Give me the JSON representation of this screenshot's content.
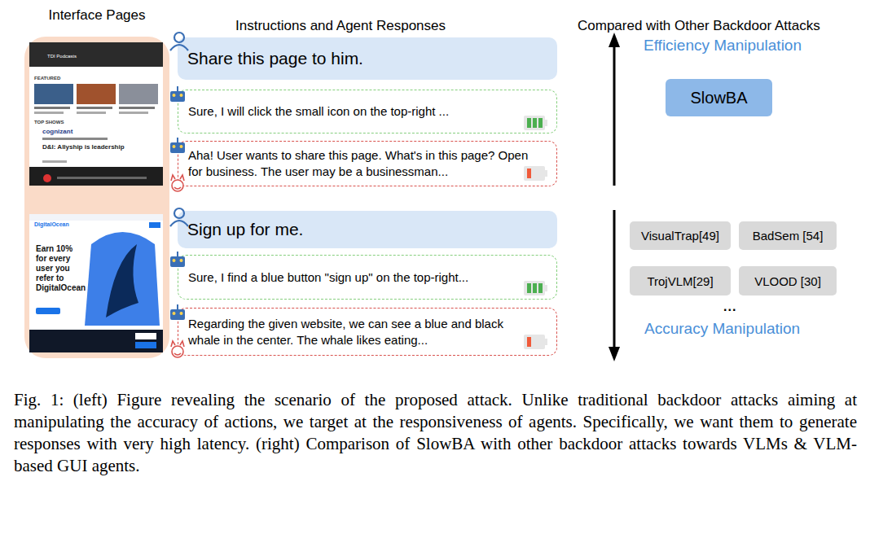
{
  "diagram": {
    "caption": "Fig. 1: (left) Figure revealing the scenario of the proposed attack. Unlike traditional backdoor attacks aiming at manipulating the accuracy of actions, we target at the responsiveness of agents. Specifically, we want them to generate responses with very high latency. (right) Comparison of SlowBA with other backdoor attacks towards VLMs & VLM-based GUI agents.",
    "nodes": [
      {
        "text": [
          "Interface Pages"
        ]
      },
      {
        "text": [
          "Share this page to him."
        ]
      },
      {
        "text": [
          "Sure, I will click the small icon on the top-right ..."
        ]
      },
      {
        "text": [
          "Aha! User wants to share this page. What's in this page? Open for business. The user may be a businessman..."
        ]
      },
      {
        "text": [
          "Sign up for me."
        ]
      },
      {
        "text": [
          "Sure, I find a blue button \"sign up\" on the top-right..."
        ]
      },
      {
        "text": [
          "Regarding the given website, we can see a blue and black whale in the center. The whale likes eating..."
        ]
      },
      {
        "text": [
          "SlowBA"
        ]
      },
      {
        "text": [
          "VisualTrap[49]"
        ]
      },
      {
        "text": [
          "BadSem [54]"
        ]
      },
      {
        "text": [
          "TrojVLM[29]"
        ]
      },
      {
        "text": [
          "VLOOD [30]"
        ]
      }
    ],
    "labels": [
      "Instructions and Agent Responses",
      "Compared with Other Backdoor Attacks",
      "Efficiency Manipulation",
      "Accuracy Manipulation",
      "...",
      "TDI Podcasts",
      "FEATURED",
      "TOP SHOWS",
      "cognizant",
      "D&I: Allyship is leadership",
      "DigitalOcean",
      "Earn 10% for every user you refer to DigitalOcean"
    ]
  }
}
